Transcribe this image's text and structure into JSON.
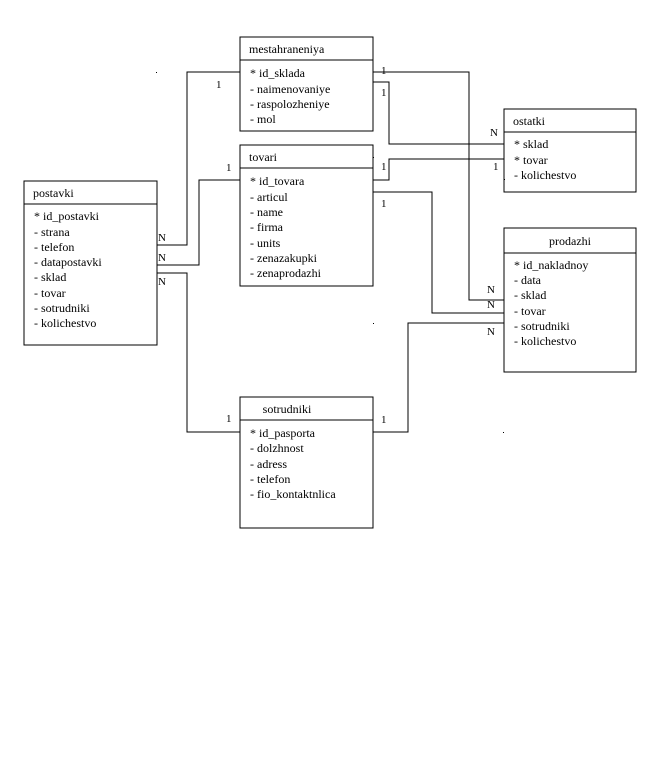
{
  "entities": {
    "mestahraneniya": {
      "title": "mestahraneniya",
      "attrs": [
        "* id_sklada",
        "- naimenovaniye",
        "- raspolozheniye",
        "- mol"
      ]
    },
    "tovari": {
      "title": "tovari",
      "attrs": [
        "* id_tovara",
        "- articul",
        "- name",
        "- firma",
        "- units",
        "- zenazakupki",
        "- zenaprodazhi"
      ]
    },
    "postavki": {
      "title": "postavki",
      "attrs": [
        "* id_postavki",
        "- strana",
        "- telefon",
        "- datapostavki",
        "- sklad",
        "- tovar",
        "- sotrudniki",
        "- kolichestvo"
      ]
    },
    "ostatki": {
      "title": "ostatki",
      "attrs": [
        "* sklad",
        "* tovar",
        "- kolichestvo"
      ]
    },
    "prodazhi": {
      "title": "prodazhi",
      "attrs": [
        "* id_nakladnoy",
        "- data",
        "- sklad",
        "- tovar",
        "- sotrudniki",
        "- kolichestvo"
      ]
    },
    "sotrudniki": {
      "title": "sotrudniki",
      "attrs": [
        "* id_pasporta",
        "- dolzhnost",
        "- adress",
        "- telefon",
        "- fio_kontaktnlica"
      ]
    }
  },
  "cardinalities": {
    "one": "1",
    "many": "N"
  }
}
